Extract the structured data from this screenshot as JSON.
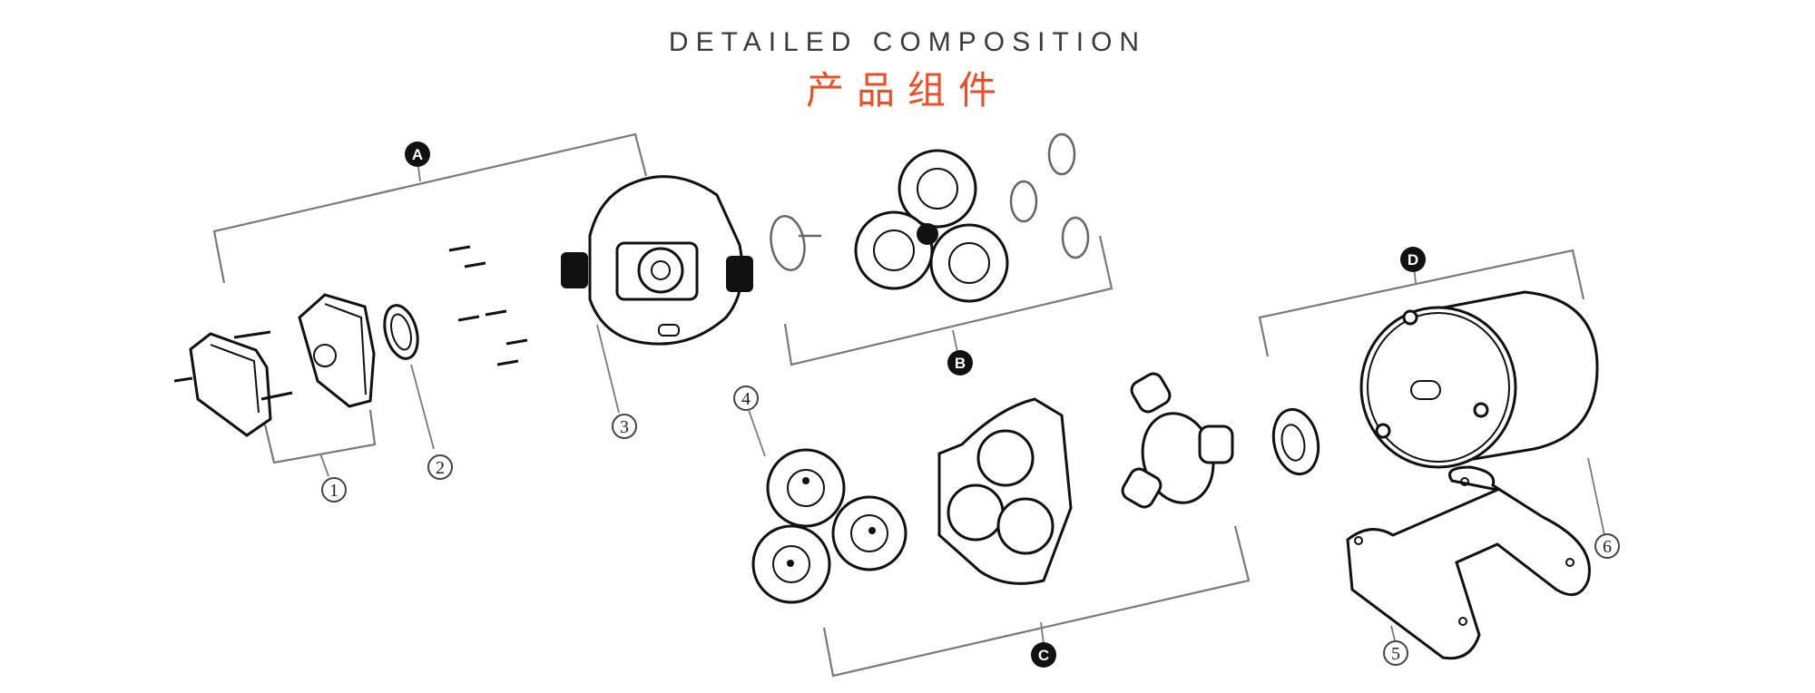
{
  "header": {
    "title_en": "DETAILED COMPOSITION",
    "title_cn": "产品组件",
    "title_en_color": "#3a3a3a",
    "title_cn_color": "#e8502a"
  },
  "groups": [
    {
      "id": "A",
      "label": "A"
    },
    {
      "id": "B",
      "label": "B"
    },
    {
      "id": "C",
      "label": "C"
    },
    {
      "id": "D",
      "label": "D"
    }
  ],
  "callouts": [
    {
      "id": "1",
      "label": "1"
    },
    {
      "id": "2",
      "label": "2"
    },
    {
      "id": "3",
      "label": "3"
    },
    {
      "id": "4",
      "label": "4"
    },
    {
      "id": "5",
      "label": "5"
    },
    {
      "id": "6",
      "label": "6"
    }
  ],
  "parts": [
    {
      "name": "pressure-switch-assembly",
      "callout": "1",
      "group": "A"
    },
    {
      "name": "seal-ring",
      "callout": "2",
      "group": "A"
    },
    {
      "name": "pump-head-cover",
      "callout": "3",
      "group": "A"
    },
    {
      "name": "valve-assembly",
      "group": "B"
    },
    {
      "name": "diaphragm",
      "callout": "4",
      "group": "C"
    },
    {
      "name": "pump-housing",
      "group": "C"
    },
    {
      "name": "wobble-plate",
      "group": "C"
    },
    {
      "name": "bearing",
      "group": "D"
    },
    {
      "name": "motor",
      "callout": "6",
      "group": "D"
    },
    {
      "name": "mounting-bracket",
      "callout": "5"
    }
  ]
}
